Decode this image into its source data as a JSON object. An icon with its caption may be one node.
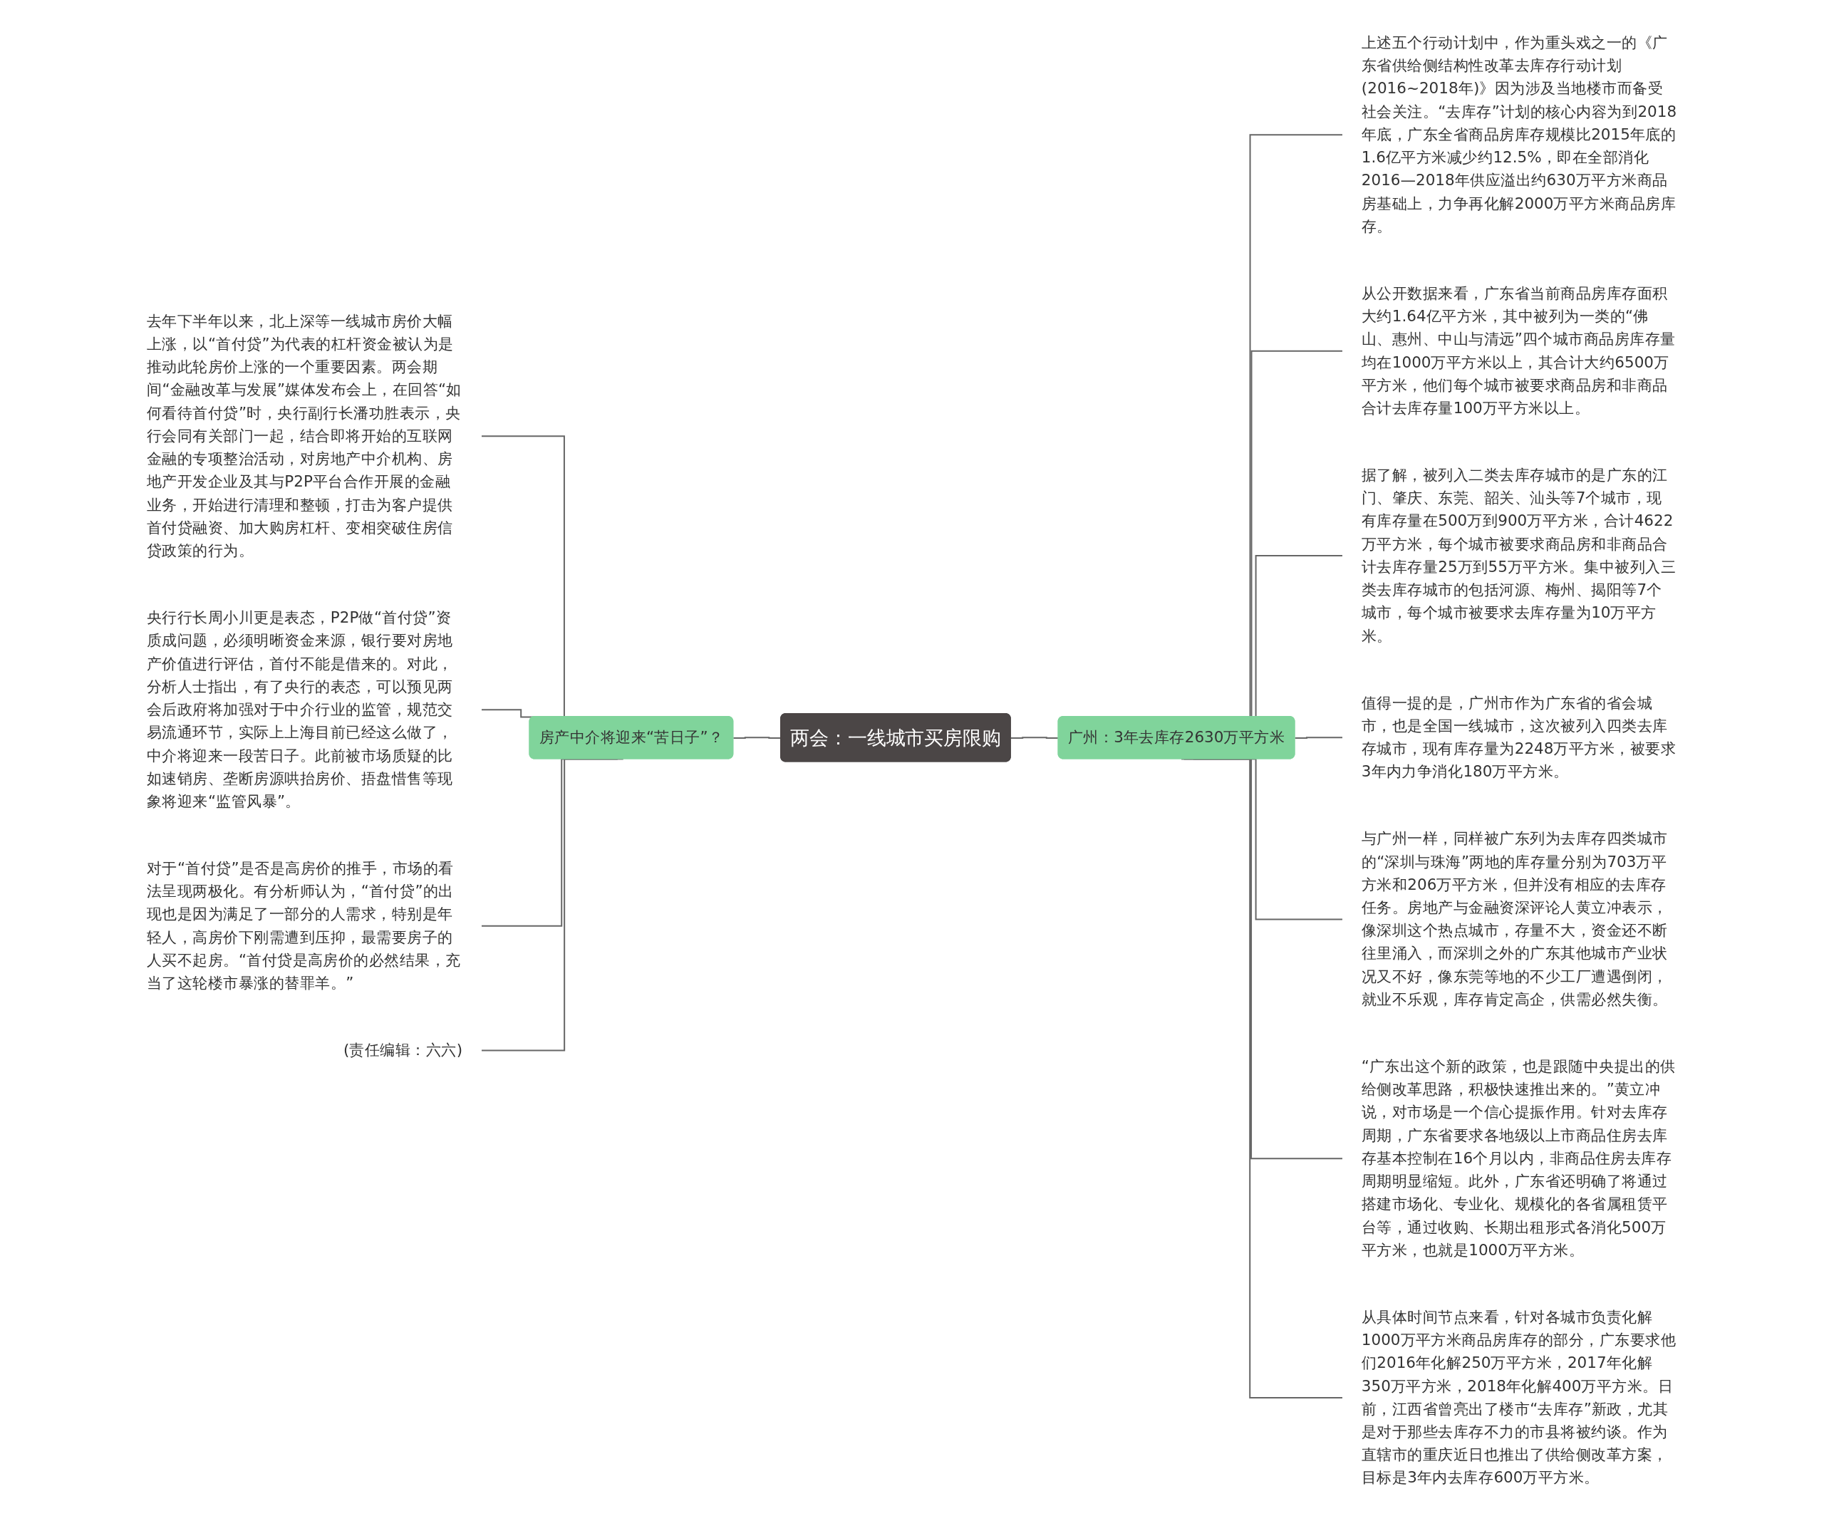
{
  "diagram": {
    "nodes": [
      {
        "text": [
          "两会：一线城市买房限购"
        ]
      },
      {
        "text": [
          "房产中介将迎来“苦日子”？"
        ]
      },
      {
        "text": [
          "广州：3年去库存2630万平方米"
        ]
      },
      {
        "text": [
          "去年下半年以来，北上深等一线城市房价大幅上涨，以“首付贷”为代表的杠杆资金被认为是推动此轮房价上涨的一个重要因素。两会期间“金融改革与发展”媒体发布会上，在回答“如何看待首付贷”时，央行副行长潘功胜表示，央行会同有关部门一起，结合即将开始的互联网金融的专项整治活动，对房地产中介机构、房地产开发企业及其与P2P平台合作开展的金融业务，开始进行清理和整顿，打击为客户提供首付贷融资、加大购房杠杆、变相突破住房信贷政策的行为。"
        ]
      },
      {
        "text": [
          "央行行长周小川更是表态，P2P做“首付贷”资质成问题，必须明晰资金来源，银行要对房地产价值进行评估，首付不能是借来的。对此，分析人士指出，有了央行的表态，可以预见两会后政府将加强对于中介行业的监管，规范交易流通环节，实际上上海目前已经这么做了，中介将迎来一段苦日子。此前被市场质疑的比如速销房、垄断房源哄抬房价、捂盘惜售等现象将迎来“监管风暴”。"
        ]
      },
      {
        "text": [
          "对于“首付贷”是否是高房价的推手，市场的看法呈现两极化。有分析师认为，“首付贷”的出现也是因为满足了一部分的人需求，特别是年轻人，高房价下刚需遭到压抑，最需要房子的人买不起房。“首付贷是高房价的必然结果，充当了这轮楼市暴涨的替罪羊。”"
        ]
      },
      {
        "text": [
          "(责任编辑：六六)"
        ]
      },
      {
        "text": [
          "上述五个行动计划中，作为重头戏之一的《广东省供给侧结构性改革去库存行动计划(2016~2018年)》因为涉及当地楼市而备受社会关注。“去库存”计划的核心内容为到2018年底，广东全省商品房库存规模比2015年底的1.6亿平方米减少约12.5%，即在全部消化2016—2018年供应溢出约630万平方米商品房基础上，力争再化解2000万平方米商品房库存。"
        ]
      },
      {
        "text": [
          "从公开数据来看，广东省当前商品房库存面积大约1.64亿平方米，其中被列为一类的“佛山、惠州、中山与清远”四个城市商品房库存量均在1000万平方米以上，其合计大约6500万平方米，他们每个城市被要求商品房和非商品合计去库存量100万平方米以上。"
        ]
      },
      {
        "text": [
          "据了解，被列入二类去库存城市的是广东的江门、肇庆、东莞、韶关、汕头等7个城市，现有库存量在500万到900万平方米，合计4622万平方米，每个城市被要求商品房和非商品合计去库存量25万到55万平方米。集中被列入三类去库存城市的包括河源、梅州、揭阳等7个城市，每个城市被要求去库存量为10万平方米。"
        ]
      },
      {
        "text": [
          "值得一提的是，广州市作为广东省的省会城市，也是全国一线城市，这次被列入四类去库存城市，现有库存量为2248万平方米，被要求3年内力争消化180万平方米。"
        ]
      },
      {
        "text": [
          "与广州一样，同样被广东列为去库存四类城市的“深圳与珠海”两地的库存量分别为703万平方米和206万平方米，但并没有相应的去库存任务。房地产与金融资深评论人黄立冲表示，像深圳这个热点城市，存量不大，资金还不断往里涌入，而深圳之外的广东其他城市产业状况又不好，像东莞等地的不少工厂遭遇倒闭，就业不乐观，库存肯定高企，供需必然失衡。"
        ]
      },
      {
        "text": [
          "“广东出这个新的政策，也是跟随中央提出的供给侧改革思路，积极快速推出来的。”黄立冲说，对市场是一个信心提振作用。针对去库存周期，广东省要求各地级以上市商品住房去库存基本控制在16个月以内，非商品住房去库存周期明显缩短。此外，广东省还明确了将通过搭建市场化、专业化、规模化的各省属租赁平台等，通过收购、长期出租形式各消化500万平方米，也就是1000万平方米。"
        ]
      },
      {
        "text": [
          "从具体时间节点来看，针对各城市负责化解1000万平方米商品房库存的部分，广东要求他们2016年化解250万平方米，2017年化解350万平方米，2018年化解400万平方米。日前，江西省曾亮出了楼市“去库存”新政，尤其是对于那些去库存不力的市县将被约谈。作为直辖市的重庆近日也推出了供给侧改革方案，目标是3年内去库存600万平方米。"
        ]
      }
    ],
    "edges": [
      {
        "from": 1,
        "to": 0,
        "arrow": "none"
      },
      {
        "from": 3,
        "to": 1,
        "arrow": "none"
      },
      {
        "from": 4,
        "to": 1,
        "arrow": "none"
      },
      {
        "from": 5,
        "to": 1,
        "arrow": "none"
      },
      {
        "from": 6,
        "to": 1,
        "arrow": "none"
      },
      {
        "from": 0,
        "to": 2,
        "arrow": "none"
      },
      {
        "from": 2,
        "to": 7,
        "arrow": "none"
      },
      {
        "from": 2,
        "to": 8,
        "arrow": "none"
      },
      {
        "from": 2,
        "to": 9,
        "arrow": "none"
      },
      {
        "from": 2,
        "to": 10,
        "arrow": "none"
      },
      {
        "from": 2,
        "to": 11,
        "arrow": "none"
      },
      {
        "from": 2,
        "to": 12,
        "arrow": "none"
      },
      {
        "from": 2,
        "to": 13,
        "arrow": "none"
      }
    ]
  }
}
